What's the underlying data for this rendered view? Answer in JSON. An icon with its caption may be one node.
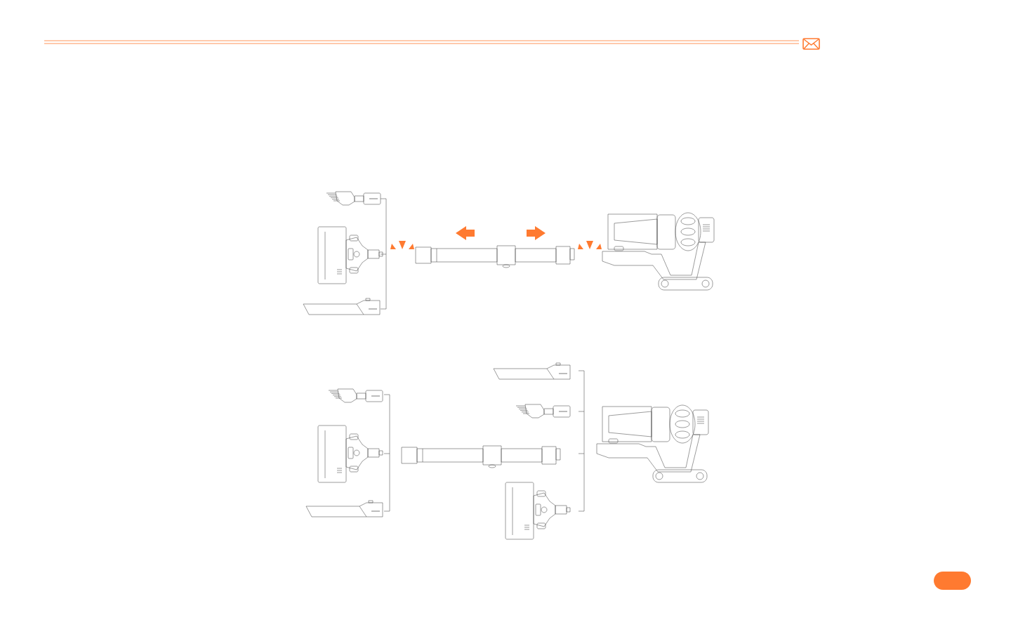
{
  "diagram": {
    "nodes": [
      {
        "text": [],
        "shape": "picture"
      },
      {
        "text": [],
        "shape": "picture"
      },
      {
        "text": [],
        "shape": "picture"
      },
      {
        "text": [],
        "shape": "picture"
      },
      {
        "text": [],
        "shape": "picture"
      },
      {
        "text": [],
        "shape": "picture"
      },
      {
        "text": [],
        "shape": "picture"
      },
      {
        "text": [],
        "shape": "picture"
      },
      {
        "text": [],
        "shape": "picture"
      },
      {
        "text": [],
        "shape": "picture"
      },
      {
        "text": [],
        "shape": "picture"
      },
      {
        "text": [],
        "shape": "picture"
      },
      {
        "text": [],
        "shape": "picture"
      }
    ]
  }
}
